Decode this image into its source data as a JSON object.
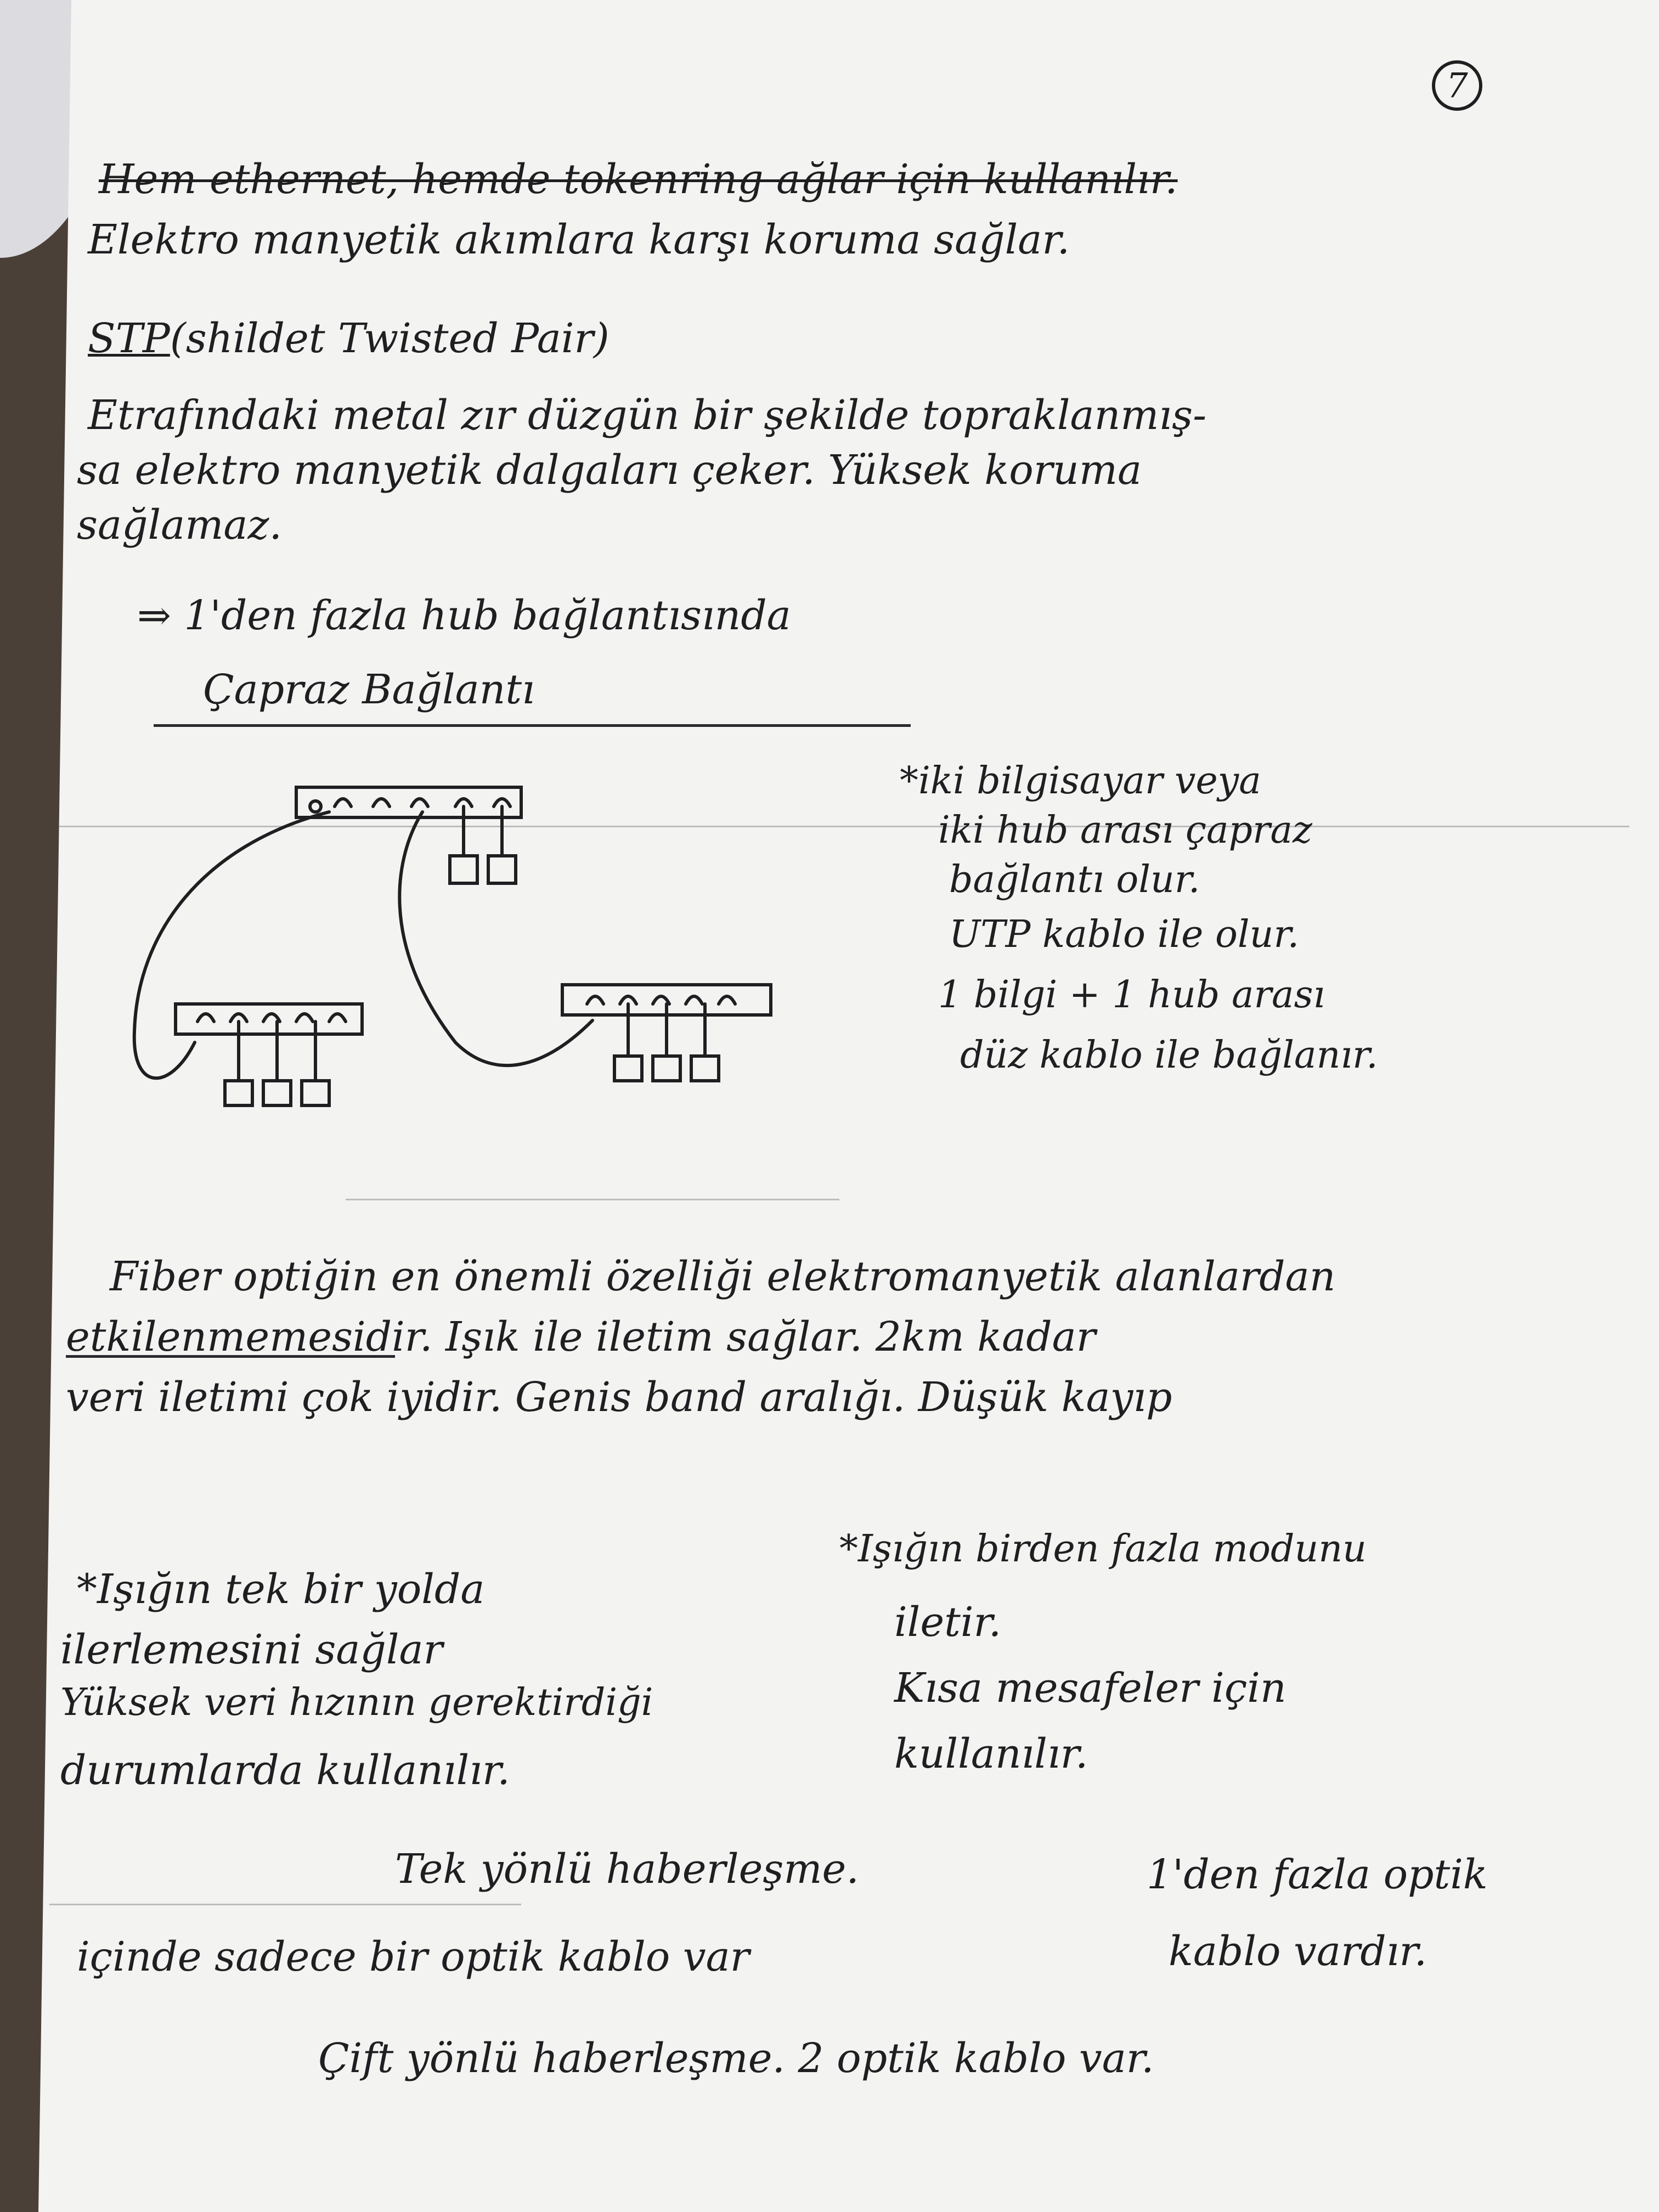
{
  "page_number": "7",
  "lines": {
    "l1": "Hem ethernet, hemde tokenring ağlar için kullanılır.",
    "l2": "Elektro manyetik akımlara karşı koruma sağlar.",
    "l3_abbr": "STP",
    "l3_rest": "(shildet Twisted Pair)",
    "l4": "Etrafındaki metal zır düzgün bir şekilde topraklanmış-",
    "l5": "sa elektro manyetik dalgaları çeker. Yüksek koruma",
    "l6": "sağlamaz.",
    "l7": "⇒ 1'den fazla hub bağlantısında",
    "l8": "Çapraz Bağlantı"
  },
  "side_notes": [
    "*iki bilgisayar veya",
    "iki hub arası çapraz",
    "bağlantı olur.",
    "UTP kablo ile olur.",
    "1 bilgi + 1 hub arası",
    "düz kablo ile bağlanır."
  ],
  "fiber": [
    "Fiber optiğin en önemli özelliği elektromanyetik alanlardan",
    "etkilenmemesidir. Işık ile iletim sağlar. 2km kadar",
    "veri iletimi çok iyidir. Genis band aralığı. Düşük kayıp"
  ],
  "left_col": [
    "*Işığın tek bir yolda",
    "ilerlemesini sağlar",
    "Yüksek veri hızının gerektirdiği",
    "durumlarda kullanılır."
  ],
  "right_col": [
    "*Işığın birden fazla modunu",
    "iletir.",
    "Kısa mesafeler için",
    "kullanılır."
  ],
  "bottom": {
    "b1": "Tek yönlü haberleşme.",
    "b2": "içinde sadece bir optik kablo var",
    "b3": "1'den fazla optik",
    "b4": "kablo vardır.",
    "b5": "Çift yönlü haberleşme. 2 optik kablo var."
  }
}
